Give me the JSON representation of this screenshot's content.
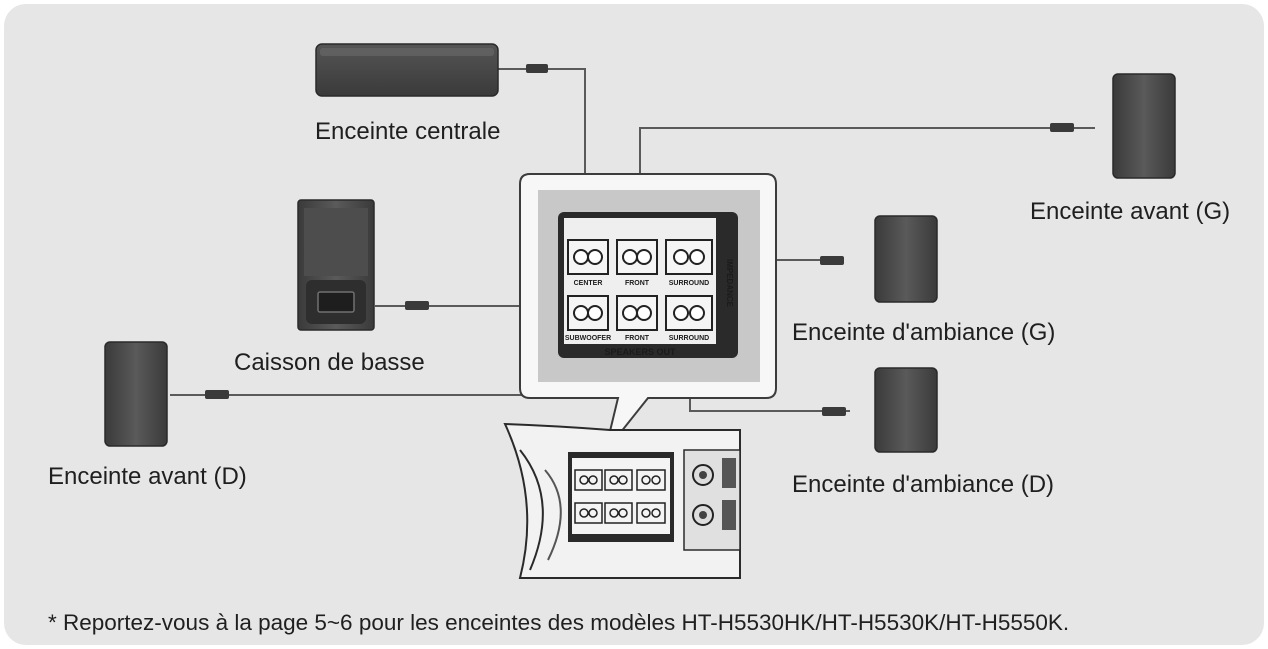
{
  "labels": {
    "center": "Enceinte centrale",
    "front_left": "Enceinte avant (G)",
    "surround_left": "Enceinte d'ambiance (G)",
    "subwoofer": "Caisson de basse",
    "front_right": "Enceinte avant (D)",
    "surround_right": "Enceinte d'ambiance (D)"
  },
  "panel": {
    "terminals": [
      "CENTER",
      "FRONT",
      "SURROUND",
      "SUBWOOFER",
      "FRONT",
      "SURROUND"
    ],
    "footer": "SPEAKERS OUT",
    "side_label": "IMPEDANCE"
  },
  "footnote": "* Reportez-vous à la page 5~6 pour les enceintes des modèles HT-H5530HK/HT-H5530K/HT-H5550K.",
  "colors": {
    "background": "#e6e6e6",
    "speaker": "#4a4a4a",
    "wire": "#555555"
  }
}
